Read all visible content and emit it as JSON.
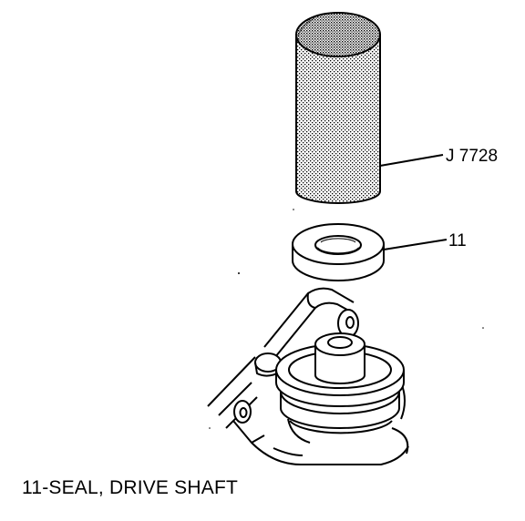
{
  "callouts": {
    "tool_label": "J 7728",
    "seal_label": "11"
  },
  "caption": "11-SEAL, DRIVE SHAFT",
  "colors": {
    "ink": "#000000",
    "paper": "#ffffff"
  }
}
